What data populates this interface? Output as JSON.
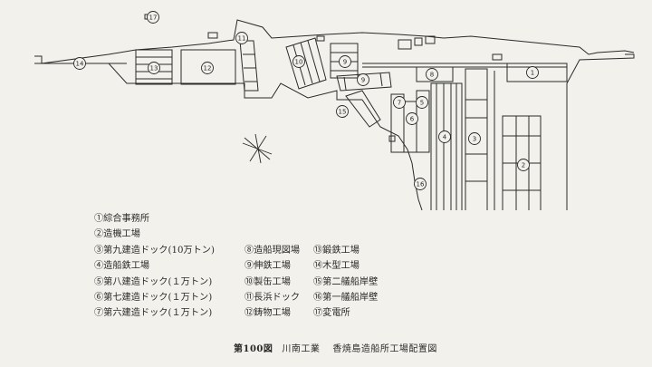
{
  "map_labels": {
    "n1": "1",
    "n2": "2",
    "n3": "3",
    "n4": "4",
    "n5": "5",
    "n6": "6",
    "n7": "7",
    "n8": "8",
    "n9a": "9",
    "n9b": "9",
    "n10": "10",
    "n11": "11",
    "n12": "12",
    "n13": "13",
    "n14": "14",
    "n15": "15",
    "n16": "16",
    "n17": "17"
  },
  "legend": {
    "col1": [
      "①綜合事務所",
      "②造機工場",
      "③第九建造ドック(10万トン)",
      "④造船鉄工場",
      "⑤第八建造ドック(１万トン)",
      "⑥第七建造ドック(１万トン)",
      "⑦第六建造ドック(１万トン)"
    ],
    "col2": [
      "⑧造船現図場",
      "⑨伸鉄工場",
      "⑩製缶工場",
      "⑪長浜ドック",
      "⑫鋳物工場"
    ],
    "col3": [
      "⑬鍛鉄工場",
      "⑭木型工場",
      "⑮第二艤船岸壁",
      "⑯第一艤船岸壁",
      "⑰変電所"
    ]
  },
  "caption": {
    "figure_no": "第100図",
    "company": "川南工業",
    "title": "香焼島造船所工場配置図"
  },
  "colors": {
    "ink": "#2a2a2a",
    "paper": "#f3f1ec"
  }
}
